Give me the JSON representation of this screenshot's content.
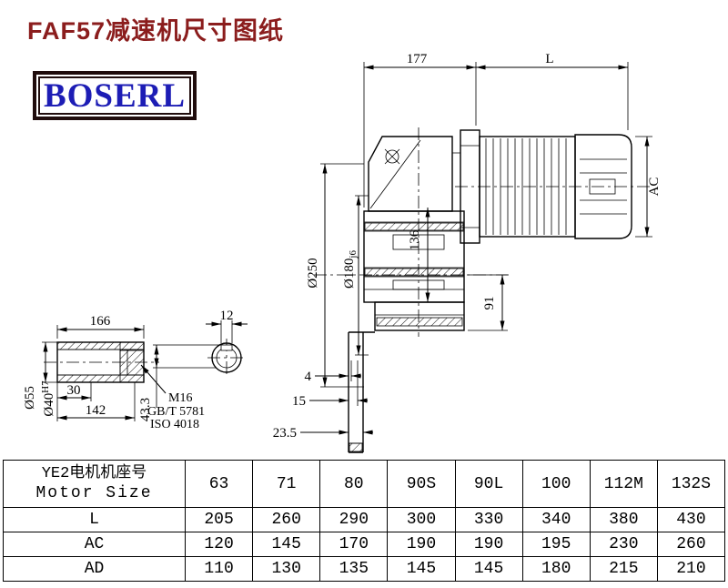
{
  "page": {
    "title": "FAF57减速机尺寸图纸",
    "logo_text": "BOSERL"
  },
  "colors": {
    "title": "#8b1d1d",
    "logo_text": "#1d1db5",
    "logo_border": "#200d0d",
    "line": "#000000"
  },
  "drawing": {
    "dims": {
      "gearbox_length": "177",
      "motor_length": "L",
      "motor_height": "AC",
      "center_dim": "136",
      "flange_dia": "Ø250",
      "spigot_dia": "Ø180",
      "spigot_fit": "j6",
      "foot_height": "91",
      "step_a": "4",
      "step_b": "15",
      "step_c": "23.5"
    },
    "shaft": {
      "length": "166",
      "step": "30",
      "usable_length": "142",
      "outer_dia": "Ø55",
      "bore_dia": "Ø40",
      "bore_fit": "H7",
      "key_width": "12",
      "key_depth": "43.3",
      "thread": "M16",
      "standard_gb": "GB/T 5781",
      "standard_iso": "ISO 4018"
    }
  },
  "table": {
    "motor_label_cn": "YE2电机机座号",
    "motor_label_en": "Motor Size",
    "sizes": [
      "63",
      "71",
      "80",
      "90S",
      "90L",
      "100",
      "112M",
      "132S"
    ],
    "rows": [
      {
        "label": "L",
        "values": [
          "205",
          "260",
          "290",
          "300",
          "330",
          "340",
          "380",
          "430"
        ]
      },
      {
        "label": "AC",
        "values": [
          "120",
          "145",
          "170",
          "190",
          "190",
          "195",
          "230",
          "260"
        ]
      },
      {
        "label": "AD",
        "values": [
          "110",
          "130",
          "135",
          "145",
          "145",
          "180",
          "215",
          "210"
        ]
      }
    ]
  }
}
